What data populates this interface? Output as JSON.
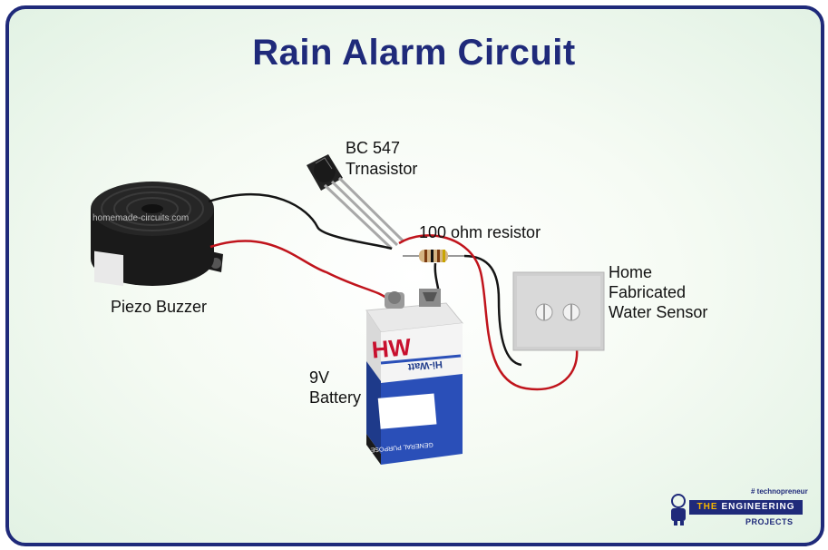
{
  "title": "Rain Alarm Circuit",
  "labels": {
    "transistor_line1": "BC 547",
    "transistor_line2": "Trnasistor",
    "resistor": "100 ohm resistor",
    "buzzer": "Piezo Buzzer",
    "sensor_line1": "Home",
    "sensor_line2": "Fabricated",
    "sensor_line3": "Water Sensor",
    "battery_line1": "9V",
    "battery_line2": "Battery"
  },
  "watermark": "homemade-circuits.com",
  "battery_brand": {
    "logo": "HW",
    "name": "Hi-Watt",
    "band_text": "GENERAL PURPOSE"
  },
  "logo": {
    "tag": "# technopreneur",
    "the": "THE",
    "name": "ENGINEERING",
    "projects": "PROJECTS"
  },
  "colors": {
    "title": "#1f2a7a",
    "border": "#1f2a7a",
    "wire_red": "#c0141c",
    "wire_black": "#151515",
    "battery_blue": "#2a4fb8",
    "battery_red": "#c8102e"
  }
}
